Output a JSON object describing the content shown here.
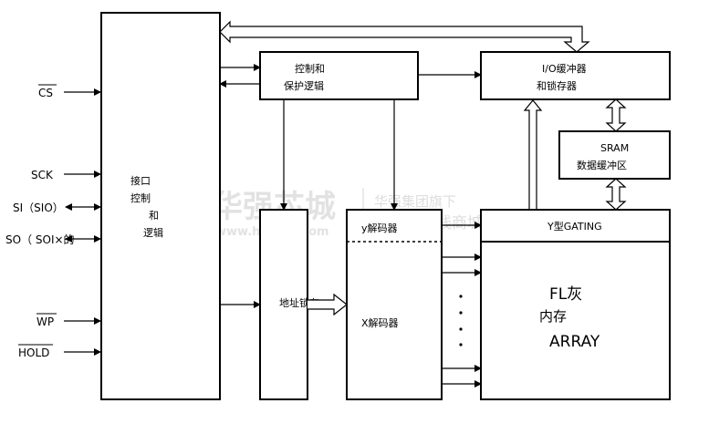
{
  "signals": {
    "cs": "CS",
    "sck": "SCK",
    "si": "SI（SIO）",
    "so": "SO（ SOI×的",
    "wp": "WP",
    "hold": "HOLD"
  },
  "blocks": {
    "interface": {
      "line1": "接口",
      "line2": "控制",
      "line3": "和",
      "line4": "逻辑"
    },
    "control_protect": {
      "line1": "控制和",
      "line2": "保护逻辑"
    },
    "io_buffer": {
      "line1": "I/O缓冲器",
      "line2": "和锁存器"
    },
    "sram": {
      "line1": "SRAM",
      "line2": "数据缓冲区"
    },
    "address_latch": {
      "label": "地址锁存"
    },
    "y_decoder": {
      "label": "y解码器"
    },
    "x_decoder": {
      "label": "X解码器"
    },
    "y_gating": {
      "label": "Y型GATING"
    },
    "flash_array": {
      "line1": "FL灰",
      "line2": "内存",
      "line3": "ARRAY"
    }
  },
  "watermark": {
    "brand": "华强芯城",
    "url": "www.hqchip.com",
    "slogan1": "华强集团旗下",
    "slogan2": "元器件在线商城"
  }
}
